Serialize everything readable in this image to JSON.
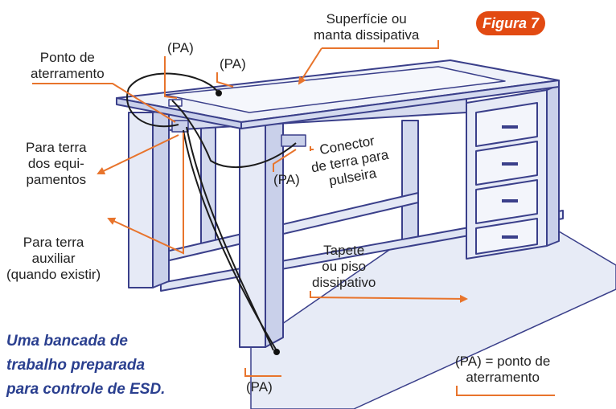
{
  "badge": "Figura 7",
  "labels": {
    "surface": [
      "Superfície ou",
      "manta dissipativa"
    ],
    "ground_point": [
      "Ponto de",
      "aterramento"
    ],
    "pa": "(PA)",
    "equip": [
      "Para terra",
      "dos equi-",
      "pamentos"
    ],
    "aux": [
      "Para terra",
      "auxiliar",
      "(quando existir)"
    ],
    "connector": [
      "Conector",
      "de terra para",
      "pulseira"
    ],
    "mat": [
      "Tapete",
      "ou piso",
      "dissipativo"
    ],
    "legend": [
      "(PA) = ponto de",
      "aterramento"
    ]
  },
  "caption": [
    "Uma bancada de",
    "trabalho preparada",
    "para controle de ESD."
  ],
  "colors": {
    "arrow": "#e8742c",
    "badge": "#e24a12",
    "caption": "#2a3f8f",
    "desk": "#3a3f8a",
    "desk_fill": "#dfe4f3",
    "mat": "#e7ebf6"
  }
}
